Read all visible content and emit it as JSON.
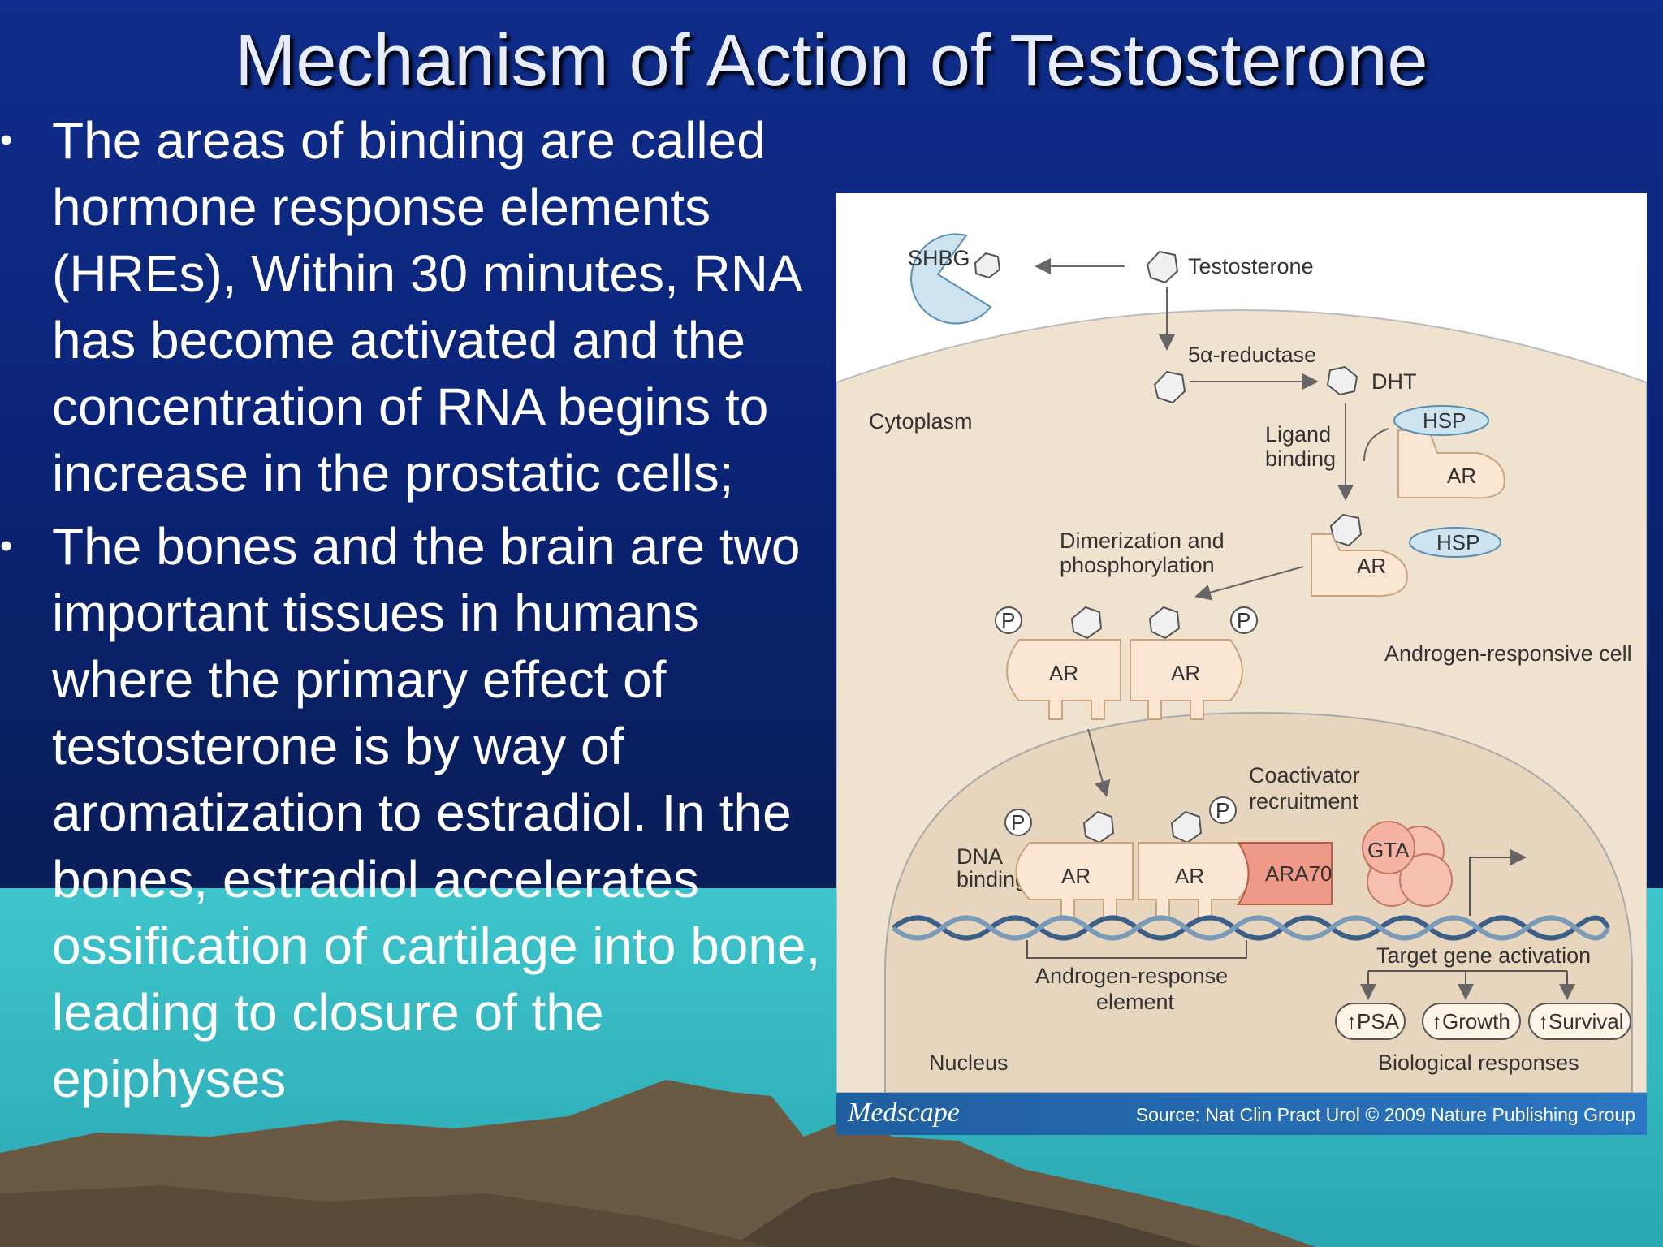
{
  "slide": {
    "title": "Mechanism of Action of Testosterone",
    "bullet_marker": "•",
    "bullets": [
      "The areas of binding are called hormone response elements (HREs), Within 30 minutes, RNA has become activated and the concentration of RNA begins to increase in the prostatic cells;",
      "The bones and the brain are two important tissues in humans where the primary effect of testosterone is by way of aromatization to estradiol. In the bones, estradiol accelerates ossification of cartilage into bone, leading to closure of the epiphyses"
    ]
  },
  "figure": {
    "labels": {
      "shbg": "SHBG",
      "testosterone": "Testosterone",
      "reductase": "5α-reductase",
      "dht": "DHT",
      "cytoplasm": "Cytoplasm",
      "ligand_1": "Ligand",
      "ligand_2": "binding",
      "hsp": "HSP",
      "ar": "AR",
      "dimer_1": "Dimerization and",
      "dimer_2": "phosphorylation",
      "p": "P",
      "cell": "Androgen-responsive cell",
      "coact_1": "Coactivator",
      "coact_2": "recruitment",
      "dna_1": "DNA",
      "dna_2": "binding",
      "ara70": "ARA70",
      "gta": "GTA",
      "target": "Target gene activation",
      "are_1": "Androgen-response",
      "are_2": "element",
      "psa": "↑PSA",
      "growth": "↑Growth",
      "survival": "↑Survival",
      "nucleus": "Nucleus",
      "bio": "Biological responses"
    },
    "logo": "Medscape",
    "source": "Source: Nat Clin Pract Urol © 2009 Nature Publishing Group"
  },
  "colors": {
    "sky": "#0f2d8a",
    "sea": "#3ec5cc",
    "mountain": "#6b5a43",
    "cell_fill": "#efe2cf",
    "receptor_fill": "#fbe6d4",
    "coactivator_fill": "#ef9a88",
    "hsp_fill": "#cde3ef"
  }
}
